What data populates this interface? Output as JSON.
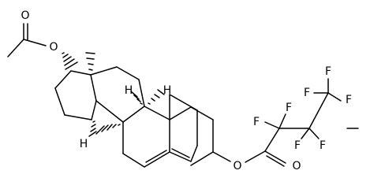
{
  "structure": {
    "labels": {
      "o_acetate_carbonyl": "O",
      "o_acetate_ester": "O",
      "h_8": "H",
      "h_9": "H",
      "h_14": "H",
      "o_enol_ester": "O",
      "o_carbonyl": "O",
      "f_a1": "F",
      "f_a2": "F",
      "f_b1": "F",
      "f_b2": "F",
      "f_c1": "F",
      "f_c2": "F",
      "f_c3": "F"
    },
    "stereo_wedges": [
      "17-O acetate (hashed)",
      "13-methyl (hashed)",
      "10-methyl (hashed)",
      "9-H (hashed)",
      "8-H (hashed)",
      "14-H (hashed)"
    ]
  }
}
